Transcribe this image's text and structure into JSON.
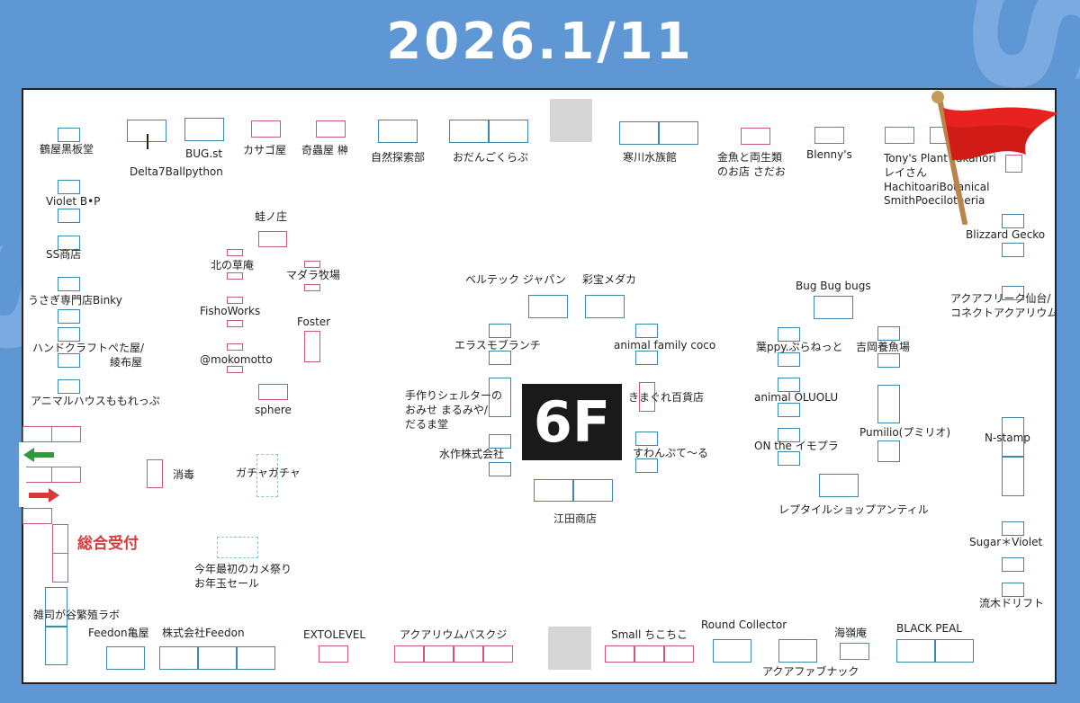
{
  "date_title": "2026.1/11",
  "floor_label": "6F",
  "reception_label": "総合受付",
  "colors": {
    "background": "#5f97d4",
    "booth_blue": "#3d8aa8",
    "booth_pink": "#c8597c",
    "exit_arrow": "#2e9a3c",
    "enter_arrow": "#d83a3a",
    "flag": "#e8231f"
  },
  "icons": [
    "flag-icon",
    "exit-arrow-icon",
    "entry-arrow-icon"
  ],
  "labels": {
    "tsuruya": "鶴屋黒板堂",
    "delta7": "Delta7Ballpython",
    "bugst": "BUG.st",
    "kasagoya": "カサゴ屋",
    "kichuya": "奇蟲屋 榊",
    "shizen": "自然探索部",
    "odango": "おだんごくらぶ",
    "kangawa": "寒川水族館",
    "kingyo_1": "金魚と両生類",
    "kingyo_2": "のお店 さだお",
    "blennys": "Blenny's",
    "tonys_1": "Tony's Plant Takanori",
    "tonys_2": "レイさん",
    "tonys_3": "HachitoariBotanical",
    "tonys_4": "SmithPoecilotheria",
    "violet_bp": "Violet B•P",
    "ss": "SS商店",
    "usagi": "うさぎ専門店Binky",
    "handcraft_1": "ハンドクラフトぺた屋/",
    "handcraft_2": "綾布屋",
    "animal_house": "アニマルハウスももれっぷ",
    "shodoku": "消毒",
    "gacha": "ガチャガチャ",
    "kame_1": "今年最初のカメ祭り",
    "kame_2": "お年玉セール",
    "zoushi": "雑司が谷繁殖ラボ",
    "feedon_kame": "Feedon亀屋",
    "feedon_co": "株式会社Feedon",
    "extolevel": "EXTOLEVEL",
    "aquarium_basukuji": "アクアリウムバスクジ",
    "small": "Small ちこちこ",
    "round_collector": "Round Collector",
    "aqua_fab": "アクアファブナック",
    "kairei": "海嶺庵",
    "black_peal": "BLACK PEAL",
    "kaeru": "蛙ノ庄",
    "kita": "北の草庵",
    "madara": "マダラ牧場",
    "fisho": "FishoWorks",
    "foster": "Foster",
    "mokomotto": "@mokomotto",
    "sphere": "sphere",
    "beltec": "ベルテック ジャパン",
    "saiho": "彩宝メダカ",
    "elasmo": "エラスモブランチ",
    "animal_family": "animal family coco",
    "tezukuri_1": "手作りシェルターの",
    "tezukuri_2": "おみせ まるみや/",
    "tezukuri_3": "だるま堂",
    "kimagure": "きまぐれ百貨店",
    "mizusaku": "水作株式会社",
    "suwanpu": "すわんぷて～る",
    "eda": "江田商店",
    "bugbug": "Bug Bug bugs",
    "happy": "葉ppy.ぷらねっと",
    "yoshioka": "吉岡養魚場",
    "oluolu": "animal OLUOLU",
    "pumilio": "Pumilio(プミリオ)",
    "on_the": "ON the イモプラ",
    "reptile": "レプタイルショップアンティル",
    "blizzard": "Blizzard Gecko",
    "aquafree_1": "アクアフリーク仙台/",
    "aquafree_2": "コネクトアクアリウム",
    "nstamp": "N-stamp",
    "sugar": "Sugar＊Violet",
    "ryuboku": "流木ドリフト"
  }
}
